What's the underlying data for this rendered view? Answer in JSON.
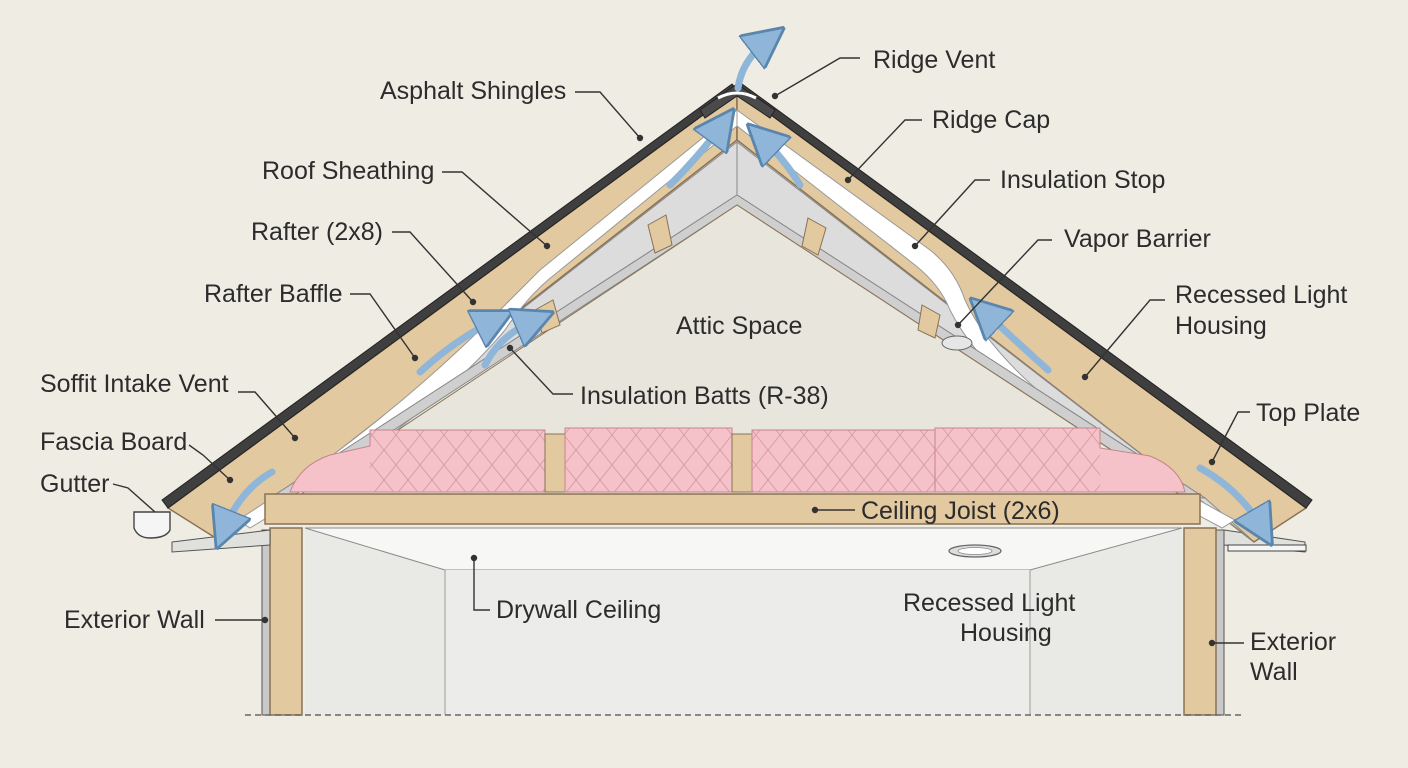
{
  "labels": {
    "asphalt_shingles": "Asphalt Shingles",
    "ridge_vent": "Ridge Vent",
    "ridge_cap": "Ridge Cap",
    "roof_sheathing": "Roof Sheathing",
    "insulation_stop": "Insulation Stop",
    "rafter": "Rafter (2x8)",
    "vapor_barrier": "Vapor Barrier",
    "rafter_baffle": "Rafter Baffle",
    "recessed_light_top_1": "Recessed Light",
    "recessed_light_top_2": "Housing",
    "attic_space": "Attic Space",
    "soffit_intake_vent": "Soffit Intake Vent",
    "insulation_batts": "Insulation Batts (R-38)",
    "top_plate": "Top Plate",
    "fascia_board": "Fascia Board",
    "gutter": "Gutter",
    "ceiling_joist": "Ceiling Joist (2x6)",
    "exterior_wall_left": "Exterior Wall",
    "drywall_ceiling": "Drywall Ceiling",
    "recessed_light_bottom_1": "Recessed Light",
    "recessed_light_bottom_2": "Housing",
    "exterior_wall_right_1": "Exterior",
    "exterior_wall_right_2": "Wall"
  },
  "colors": {
    "background": "#efece3",
    "wood": "#e3c9a0",
    "wood_stroke": "#8a7254",
    "shingles": "#3f3f3f",
    "insulation": "#f4c2c8",
    "airflow_arrow": "#8fb6d8",
    "drywall": "#f7f7f5",
    "baffle": "#ffffff",
    "leader_line": "#333333"
  }
}
